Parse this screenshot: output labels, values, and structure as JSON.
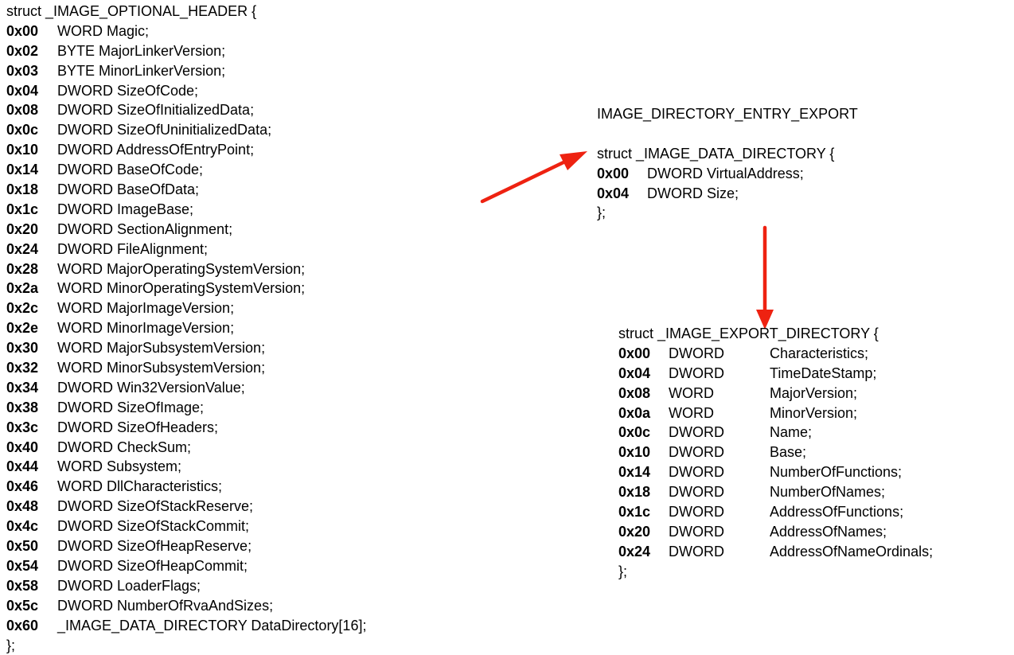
{
  "optional_header": {
    "open": "struct _IMAGE_OPTIONAL_HEADER {",
    "close": "};",
    "fields": [
      {
        "offset": "0x00",
        "decl": "WORD Magic;"
      },
      {
        "offset": "0x02",
        "decl": "BYTE MajorLinkerVersion;"
      },
      {
        "offset": "0x03",
        "decl": "BYTE MinorLinkerVersion;"
      },
      {
        "offset": "0x04",
        "decl": "DWORD SizeOfCode;"
      },
      {
        "offset": "0x08",
        "decl": "DWORD SizeOfInitializedData;"
      },
      {
        "offset": "0x0c",
        "decl": "DWORD SizeOfUninitializedData;"
      },
      {
        "offset": "0x10",
        "decl": "DWORD AddressOfEntryPoint;"
      },
      {
        "offset": "0x14",
        "decl": "DWORD BaseOfCode;"
      },
      {
        "offset": "0x18",
        "decl": "DWORD BaseOfData;"
      },
      {
        "offset": "0x1c",
        "decl": "DWORD ImageBase;"
      },
      {
        "offset": "0x20",
        "decl": "DWORD SectionAlignment;"
      },
      {
        "offset": "0x24",
        "decl": "DWORD FileAlignment;"
      },
      {
        "offset": "0x28",
        "decl": "WORD MajorOperatingSystemVersion;"
      },
      {
        "offset": "0x2a",
        "decl": "WORD MinorOperatingSystemVersion;"
      },
      {
        "offset": "0x2c",
        "decl": "WORD MajorImageVersion;"
      },
      {
        "offset": "0x2e",
        "decl": "WORD MinorImageVersion;"
      },
      {
        "offset": "0x30",
        "decl": "WORD MajorSubsystemVersion;"
      },
      {
        "offset": "0x32",
        "decl": "WORD MinorSubsystemVersion;"
      },
      {
        "offset": "0x34",
        "decl": "DWORD Win32VersionValue;"
      },
      {
        "offset": "0x38",
        "decl": "DWORD SizeOfImage;"
      },
      {
        "offset": "0x3c",
        "decl": "DWORD SizeOfHeaders;"
      },
      {
        "offset": "0x40",
        "decl": "DWORD CheckSum;"
      },
      {
        "offset": "0x44",
        "decl": "WORD Subsystem;"
      },
      {
        "offset": "0x46",
        "decl": "WORD DllCharacteristics;"
      },
      {
        "offset": "0x48",
        "decl": "DWORD SizeOfStackReserve;"
      },
      {
        "offset": "0x4c",
        "decl": "DWORD SizeOfStackCommit;"
      },
      {
        "offset": "0x50",
        "decl": "DWORD SizeOfHeapReserve;"
      },
      {
        "offset": "0x54",
        "decl": "DWORD SizeOfHeapCommit;"
      },
      {
        "offset": "0x58",
        "decl": "DWORD LoaderFlags;"
      },
      {
        "offset": "0x5c",
        "decl": "DWORD NumberOfRvaAndSizes;"
      },
      {
        "offset": "0x60",
        "decl": "_IMAGE_DATA_DIRECTORY DataDirectory[16];"
      }
    ]
  },
  "data_directory": {
    "label": "IMAGE_DIRECTORY_ENTRY_EXPORT",
    "open": "struct _IMAGE_DATA_DIRECTORY {",
    "close": "};",
    "fields": [
      {
        "offset": "0x00",
        "decl": "DWORD VirtualAddress;"
      },
      {
        "offset": "0x04",
        "decl": "DWORD Size;"
      }
    ]
  },
  "export_directory": {
    "open": "struct _IMAGE_EXPORT_DIRECTORY {",
    "close": "};",
    "fields": [
      {
        "offset": "0x00",
        "type": "DWORD",
        "name": "Characteristics;"
      },
      {
        "offset": "0x04",
        "type": "DWORD",
        "name": "TimeDateStamp;"
      },
      {
        "offset": "0x08",
        "type": "WORD",
        "name": "MajorVersion;"
      },
      {
        "offset": "0x0a",
        "type": "WORD",
        "name": "MinorVersion;"
      },
      {
        "offset": "0x0c",
        "type": "DWORD",
        "name": "Name;"
      },
      {
        "offset": "0x10",
        "type": "DWORD",
        "name": "Base;"
      },
      {
        "offset": "0x14",
        "type": "DWORD",
        "name": "NumberOfFunctions;"
      },
      {
        "offset": "0x18",
        "type": "DWORD",
        "name": "NumberOfNames;"
      },
      {
        "offset": "0x1c",
        "type": "DWORD",
        "name": "AddressOfFunctions;"
      },
      {
        "offset": "0x20",
        "type": "DWORD",
        "name": "AddressOfNames;"
      },
      {
        "offset": "0x24",
        "type": "DWORD",
        "name": "AddressOfNameOrdinals;"
      }
    ]
  },
  "colors": {
    "arrow": "#ee2211",
    "text": "#000000",
    "background": "#ffffff"
  },
  "icons": {
    "arrow": "arrow-icon"
  }
}
